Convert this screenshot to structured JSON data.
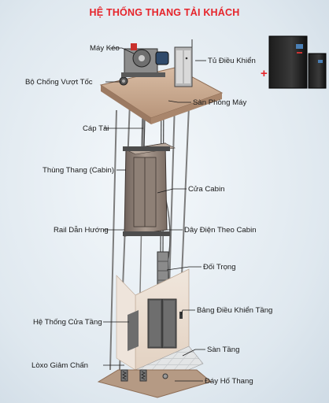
{
  "title": "HỆ THỐNG THANG TẢI KHÁCH",
  "colors": {
    "title": "#e6242b",
    "leader": "#1a1a1a",
    "machine_room": "#c9a78a",
    "shaft": "#7d7d7d",
    "cabin": "#8a7c72",
    "floor_door": "#5b5b5b",
    "plus_sign": "#e6242b"
  },
  "labels": {
    "may_keo": "Máy Kéo",
    "bo_chong_vuot_toc": "Bộ Chống Vượt Tốc",
    "tu_dieu_khien": "Tủ Điều Khiển",
    "san_phong_may": "Sàn Phòng Máy",
    "cap_tai": "Cáp Tải",
    "thung_thang": "Thùng Thang (Cabin)",
    "cua_cabin": "Cửa Cabin",
    "rail_dan_huong": "Rail Dẫn Hướng",
    "day_dien_theo_cabin": "Dây Điện Theo Cabin",
    "doi_trong": "Đối Trọng",
    "bang_dieu_khien_tang": "Bảng Điều Khiển Tầng",
    "he_thong_cua_tang": "Hệ Thống Cửa Tầng",
    "san_tang": "Sàn Tầng",
    "loxo_giam_chan": "Lòxo Giảm Chấn",
    "day_ho_thang": "Đáy Hố Thang"
  },
  "plus_sign": "+",
  "icons": [
    "ups-tower-large-icon",
    "ups-tower-small-icon",
    "traction-machine-icon",
    "controller-cabinet-icon",
    "counterweight-icon",
    "buffer-spring-icon"
  ]
}
